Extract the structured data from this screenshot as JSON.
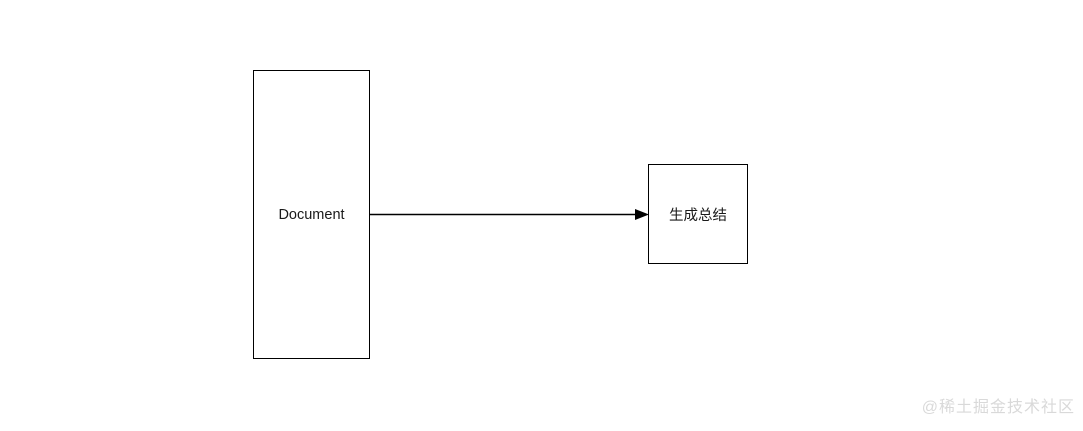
{
  "diagram": {
    "nodes": [
      {
        "id": "document",
        "label": "Document",
        "shape": "rectangle"
      },
      {
        "id": "generate-summary",
        "label": "生成总结",
        "shape": "rectangle"
      }
    ],
    "edges": [
      {
        "from": "document",
        "to": "generate-summary",
        "style": "solid-arrow-right"
      }
    ]
  },
  "watermark": {
    "text": "@稀土掘金技术社区"
  },
  "colors": {
    "background": "#ffffff",
    "node_border": "#000000",
    "node_fill": "#ffffff",
    "node_text": "#1a1a1a",
    "arrow": "#000000",
    "watermark": "#d9d9d9"
  }
}
